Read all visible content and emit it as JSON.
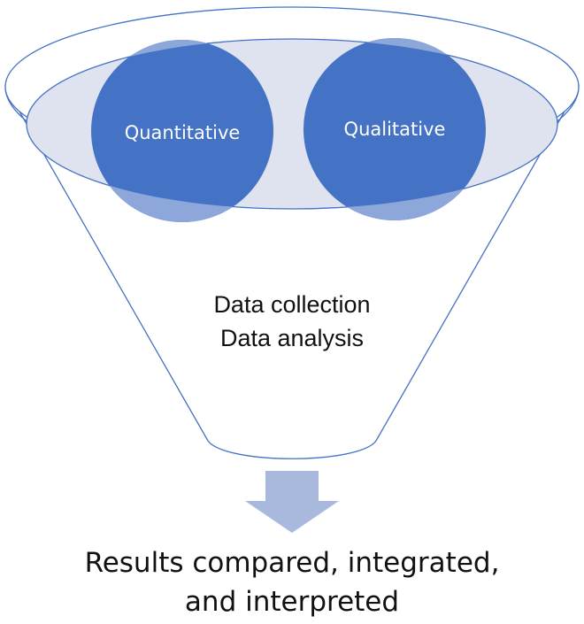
{
  "diagram": {
    "circles": {
      "left_label": "Quantitative",
      "right_label": "Qualitative"
    },
    "funnel": {
      "line1": "Data collection",
      "line2": "Data analysis"
    },
    "result": {
      "line1": "Results compared, integrated,",
      "line2": "and interpreted"
    }
  },
  "colors": {
    "circle_fill": "#4472c4",
    "funnel_outline": "#4472c4",
    "rim_fill": "#dfe3f0",
    "arrow_fill": "#a9b9dd"
  }
}
